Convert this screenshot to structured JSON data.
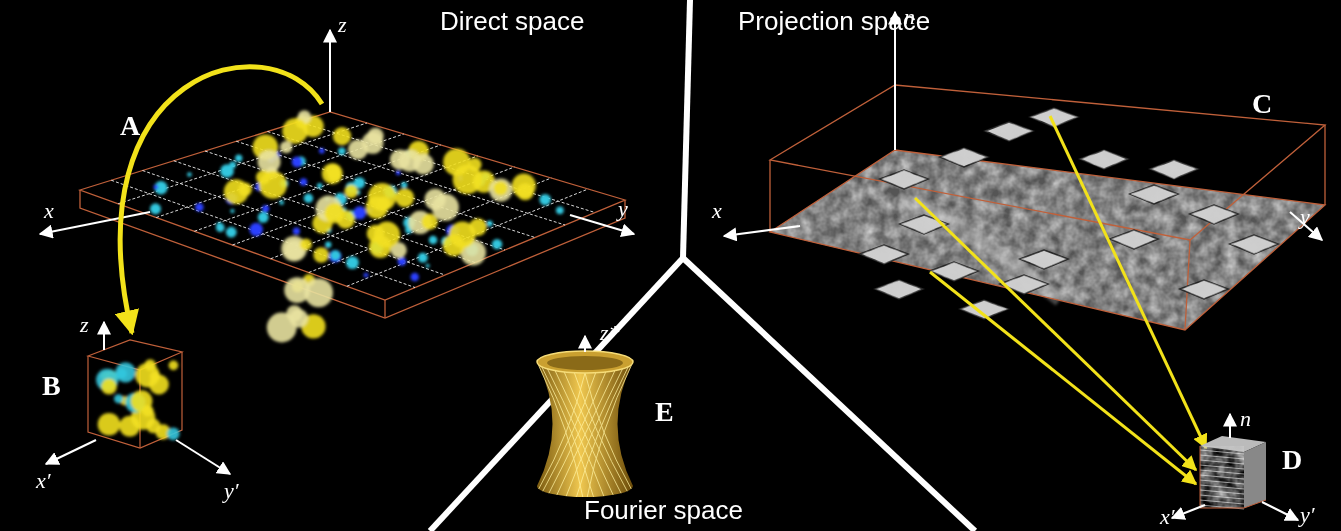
{
  "diagram": {
    "labels": [
      "z",
      "Direct space",
      "Projection space",
      "n",
      "A",
      "x",
      "y",
      "C",
      "x",
      "y",
      "B",
      "z",
      "x′",
      "y′",
      "D",
      "n",
      "x′",
      "y′",
      "z*",
      "E",
      "Fourier space"
    ]
  }
}
